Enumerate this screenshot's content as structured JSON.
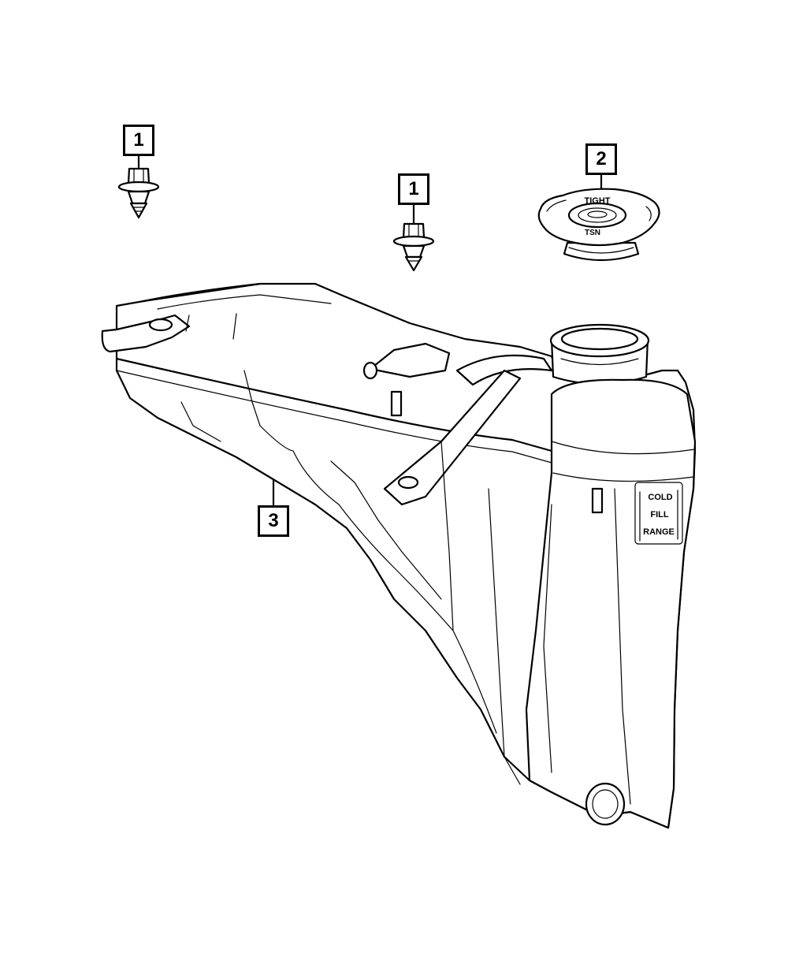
{
  "callouts": [
    {
      "id": "c1a",
      "label": "1"
    },
    {
      "id": "c1b",
      "label": "1"
    },
    {
      "id": "c2",
      "label": "2"
    },
    {
      "id": "c3",
      "label": "3"
    }
  ],
  "tank_label": {
    "line1": "COLD",
    "line2": "FILL",
    "line3": "RANGE"
  },
  "cap_text": {
    "text1": "TIGHT",
    "text2": "TSN"
  }
}
